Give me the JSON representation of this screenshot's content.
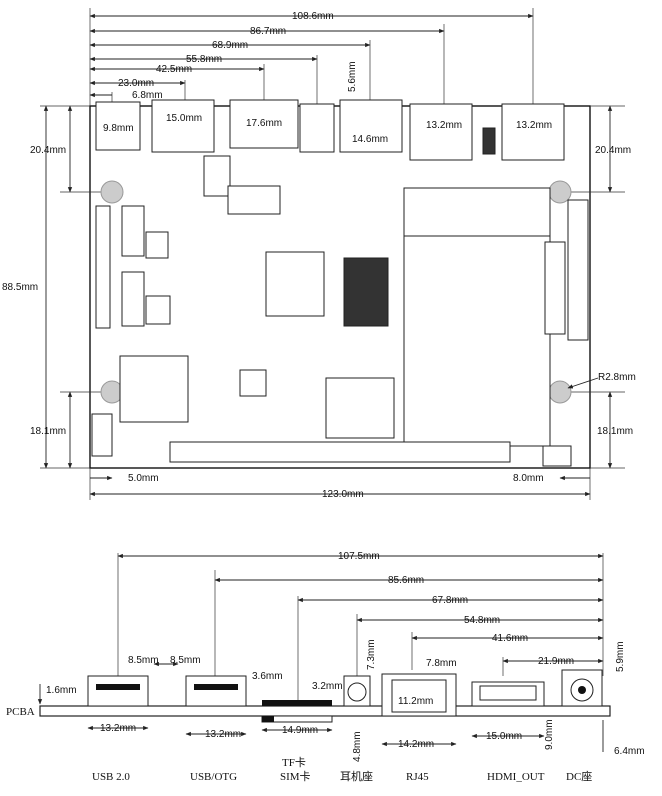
{
  "top_view": {
    "dim_108_6": "108.6mm",
    "dim_86_7": "86.7mm",
    "dim_68_9": "68.9mm",
    "dim_55_8": "55.8mm",
    "dim_42_5": "42.5mm",
    "dim_23_0": "23.0mm",
    "dim_6_8": "6.8mm",
    "dim_5_6": "5.6mm",
    "dim_9_8": "9.8mm",
    "dim_15_0": "15.0mm",
    "dim_17_6": "17.6mm",
    "dim_14_6": "14.6mm",
    "dim_13_2a": "13.2mm",
    "dim_13_2b": "13.2mm",
    "dim_20_4l": "20.4mm",
    "dim_20_4r": "20.4mm",
    "dim_88_5": "88.5mm",
    "dim_18_1l": "18.1mm",
    "dim_18_1r": "18.1mm",
    "dim_r2_8": "R2.8mm",
    "dim_5_0": "5.0mm",
    "dim_8_0": "8.0mm",
    "dim_123_0": "123.0mm"
  },
  "side_view": {
    "dim_107_5": "107.5mm",
    "dim_85_6": "85.6mm",
    "dim_67_8": "67.8mm",
    "dim_54_8": "54.8mm",
    "dim_41_6": "41.6mm",
    "dim_21_9": "21.9mm",
    "dim_8_5a": "8.5mm",
    "dim_8_5b": "8.5mm",
    "dim_3_6": "3.6mm",
    "dim_3_2": "3.2mm",
    "dim_7_3": "7.3mm",
    "dim_7_8": "7.8mm",
    "dim_5_9": "5.9mm",
    "dim_1_6": "1.6mm",
    "dim_13_2a": "13.2mm",
    "dim_13_2b": "13.2mm",
    "dim_14_9": "14.9mm",
    "dim_11_2": "11.2mm",
    "dim_4_8": "4.8mm",
    "dim_14_2": "14.2mm",
    "dim_15_0": "15.0mm",
    "dim_9_0": "9.0mm",
    "dim_6_4": "6.4mm",
    "pcba": "PCBA",
    "label_usb20": "USB 2.0",
    "label_usbotg": "USB/OTG",
    "label_tf": "TF卡",
    "label_sim": "SIM卡",
    "label_earphone": "耳机座",
    "label_rj45": "RJ45",
    "label_hdmi": "HDMI_OUT",
    "label_dc": "DC座"
  }
}
